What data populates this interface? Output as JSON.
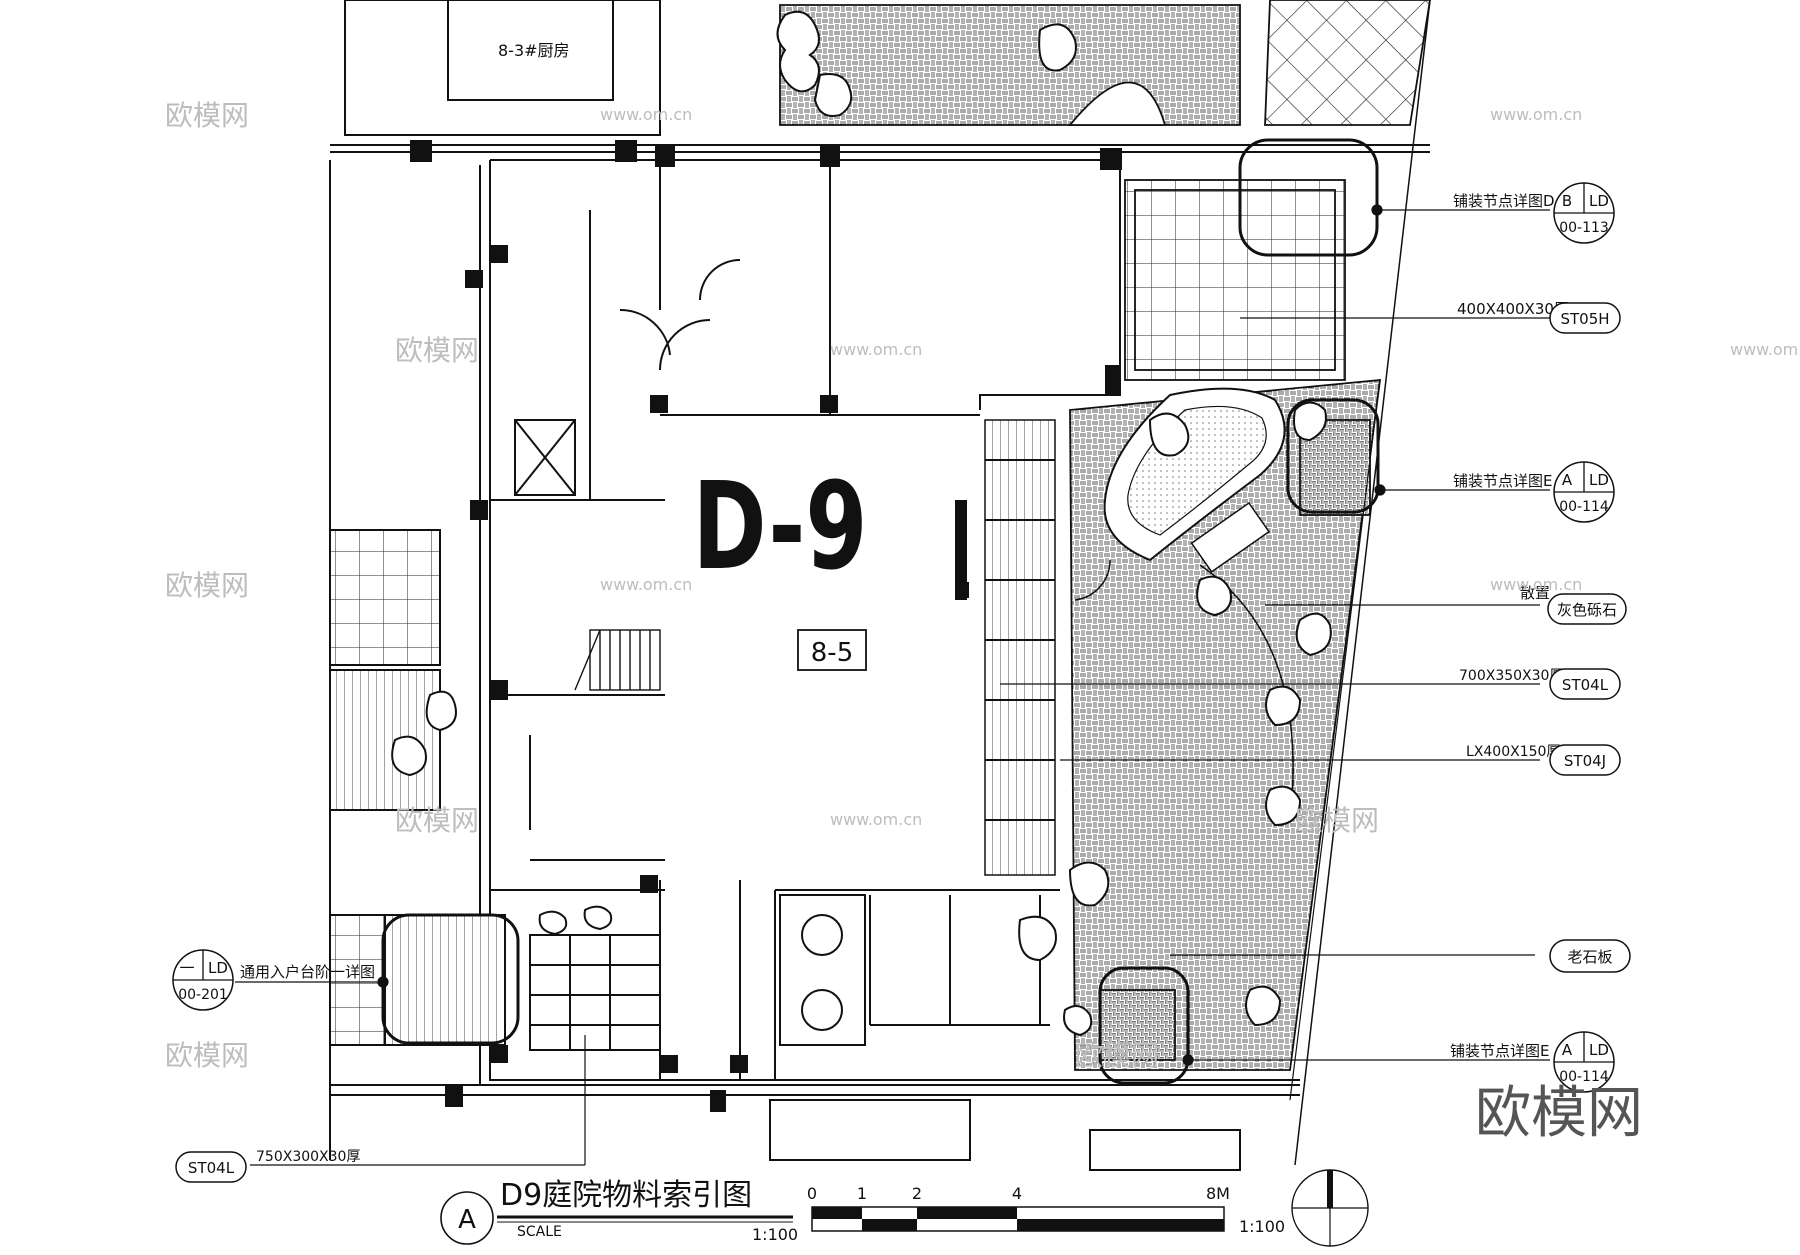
{
  "title": {
    "circle_letter": "A",
    "text": "D9庭院物料索引图",
    "scale_word": "SCALE",
    "scale_ratio": "1:100"
  },
  "scale_bar": {
    "ticks": [
      "0",
      "1",
      "2",
      "4",
      "8M"
    ],
    "ratio": "1:100"
  },
  "unit": {
    "big_label": "D-9",
    "box_label": "8-5"
  },
  "rooms": {
    "kitchen_top": "8-3#厨房"
  },
  "callouts": [
    {
      "label": "铺装节点详图D",
      "top": "B",
      "right": "LD",
      "bottom": "00-113"
    },
    {
      "label": "400X400X30厚",
      "tag": "ST05H"
    },
    {
      "label": "铺装节点详图E",
      "top": "A",
      "right": "LD",
      "bottom": "00-114"
    },
    {
      "label": "散置",
      "tag": "灰色砾石"
    },
    {
      "label": "700X350X30厚",
      "tag": "ST04L"
    },
    {
      "label": "LX400X150厚",
      "tag": "ST04J"
    },
    {
      "label": "",
      "tag": "老石板"
    },
    {
      "label": "铺装节点详图E",
      "top": "A",
      "right": "LD",
      "bottom": "00-114"
    }
  ],
  "left_callouts": [
    {
      "label": "通用入户台阶一详图",
      "top": "一",
      "right": "LD",
      "bottom": "00-201"
    },
    {
      "label": "750X300X30厚",
      "tag": "ST04L"
    }
  ],
  "watermarks": {
    "small": [
      "欧模网",
      "www.om.cn"
    ],
    "big": "欧模网"
  },
  "colors": {
    "line": "#111111",
    "hatch": "#555555",
    "watermark": "#bdbdbd"
  }
}
